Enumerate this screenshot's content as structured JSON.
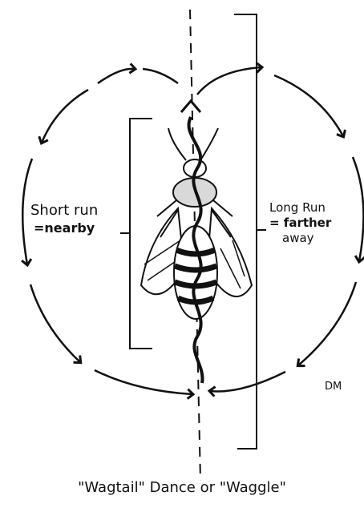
{
  "diagram": {
    "short_run_line1": "Short run",
    "short_run_line2": "=nearby",
    "long_run_line1": "Long Run",
    "long_run_line2": "= farther",
    "long_run_line3": "away",
    "initials": "DM",
    "caption": "\"Wagtail\" Dance or \"Waggle\""
  },
  "colors": {
    "ink": "#111111",
    "paper": "#ffffff"
  },
  "icons": [
    "bee-icon",
    "arrow-loop",
    "waggle-path"
  ]
}
